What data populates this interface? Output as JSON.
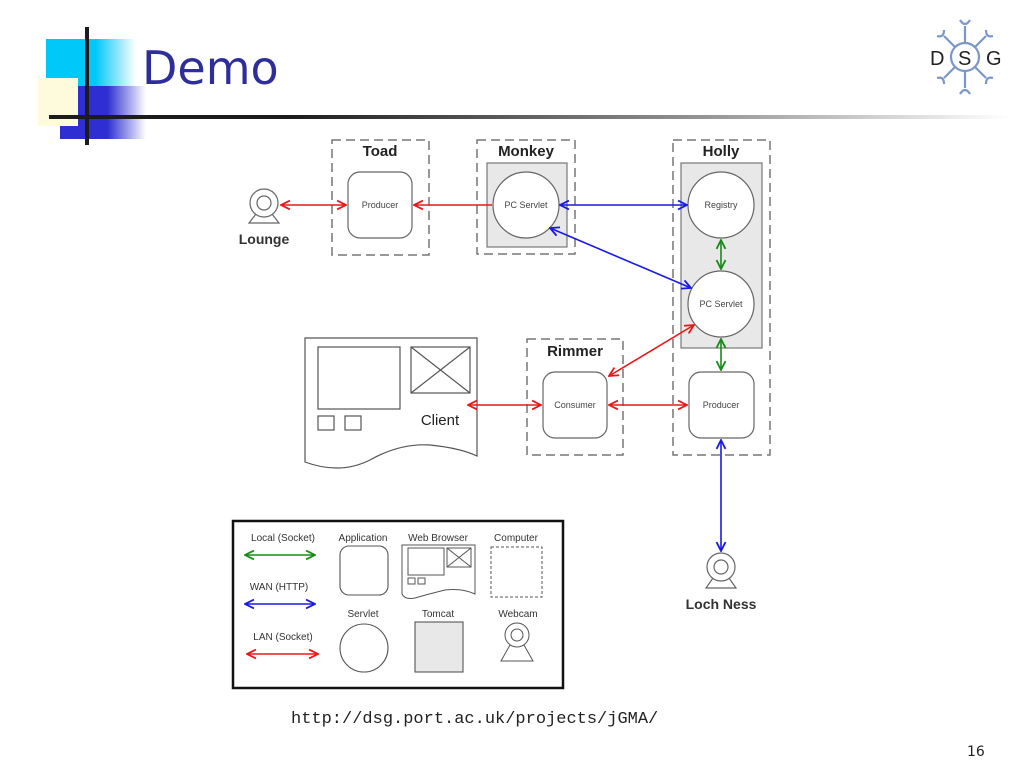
{
  "slide": {
    "title": "Demo",
    "url": "http://dsg.port.ac.uk/projects/jGMA/",
    "page_number": "16",
    "logo": {
      "letters": [
        "D",
        "S",
        "G"
      ],
      "name": "dsg-logo"
    }
  },
  "colors": {
    "title": "#2e2e9a",
    "local_socket": "#1a8a1a",
    "wan_http": "#1a1ae0",
    "lan_socket": "#e81818",
    "tomcat_fill": "#e8e8e8",
    "logo": "#7c96c8"
  },
  "diagram": {
    "computers": {
      "toad": "Toad",
      "monkey": "Monkey",
      "holly": "Holly",
      "rimmer": "Rimmer"
    },
    "nodes": {
      "toad_producer": "Producer",
      "monkey_servlet": "PC Servlet",
      "holly_registry": "Registry",
      "holly_servlet": "PC Servlet",
      "holly_producer": "Producer",
      "rimmer_consumer": "Consumer",
      "client": "Client",
      "lounge": "Lounge",
      "loch_ness": "Loch Ness"
    },
    "connections": [
      {
        "from": "Lounge",
        "to": "Toad Producer",
        "type": "LAN (Socket)",
        "direction": "both"
      },
      {
        "from": "Monkey PC Servlet",
        "to": "Toad Producer",
        "type": "LAN (Socket)",
        "direction": "to"
      },
      {
        "from": "Monkey PC Servlet",
        "to": "Holly Registry",
        "type": "WAN (HTTP)",
        "direction": "both"
      },
      {
        "from": "Monkey PC Servlet",
        "to": "Holly PC Servlet",
        "type": "WAN (HTTP)",
        "direction": "both"
      },
      {
        "from": "Holly Registry",
        "to": "Holly PC Servlet",
        "type": "Local (Socket)",
        "direction": "both"
      },
      {
        "from": "Holly PC Servlet",
        "to": "Holly Producer",
        "type": "Local (Socket)",
        "direction": "both"
      },
      {
        "from": "Holly PC Servlet",
        "to": "Rimmer Consumer",
        "type": "LAN (Socket)",
        "direction": "both"
      },
      {
        "from": "Client",
        "to": "Rimmer Consumer",
        "type": "LAN (Socket)",
        "direction": "both"
      },
      {
        "from": "Rimmer Consumer",
        "to": "Holly Producer",
        "type": "LAN (Socket)",
        "direction": "both"
      },
      {
        "from": "Holly Producer",
        "to": "Loch Ness",
        "type": "WAN (HTTP)",
        "direction": "both"
      }
    ],
    "legend": {
      "local_socket": "Local (Socket)",
      "wan_http": "WAN (HTTP)",
      "lan_socket": "LAN (Socket)",
      "application": "Application",
      "web_browser": "Web Browser",
      "computer": "Computer",
      "servlet": "Servlet",
      "tomcat": "Tomcat",
      "webcam": "Webcam"
    }
  }
}
